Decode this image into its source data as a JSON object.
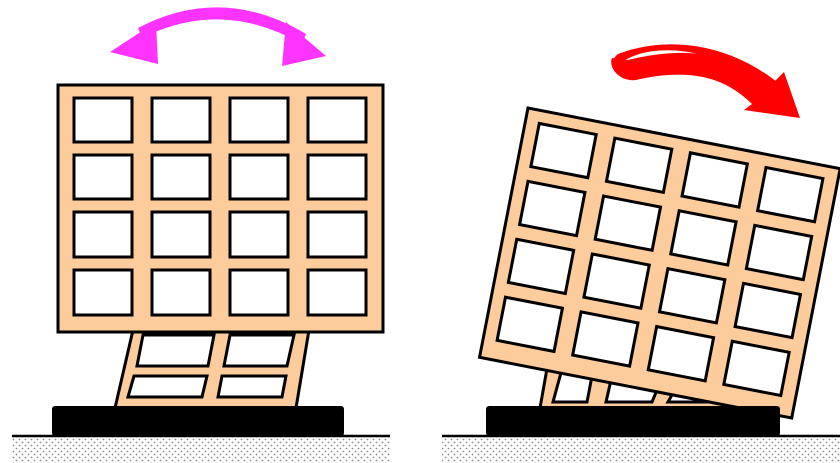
{
  "diagram": {
    "panels": [
      {
        "name": "soft-story-sway",
        "arrow": "double-headed",
        "arrow_color": "#ff33ff",
        "upper_grid": {
          "rows": 4,
          "cols": 4
        },
        "soft_story": {
          "rows": 2,
          "cols": 2
        }
      },
      {
        "name": "soft-story-overturning",
        "arrow": "single-headed",
        "arrow_color": "#ff0000",
        "upper_grid": {
          "rows": 4,
          "cols": 4
        },
        "soft_story": {
          "rows": 2,
          "cols": 3
        }
      }
    ],
    "colors": {
      "frame_fill": "#fdcc9c",
      "outline": "#000000",
      "window": "#ffffff",
      "foundation": "#000000",
      "ground_dots": "#8a8a8a"
    }
  }
}
